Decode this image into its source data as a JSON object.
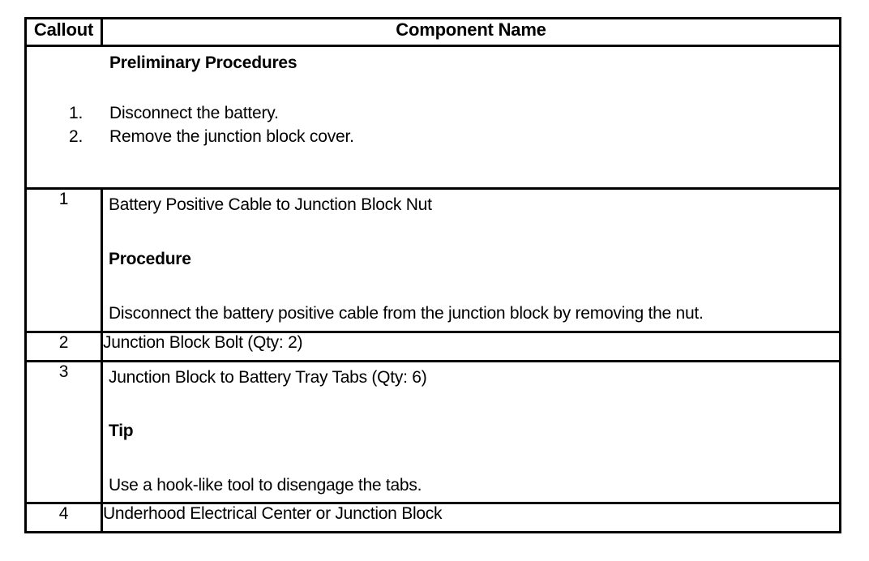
{
  "document": {
    "type": "service-procedure-callout-table",
    "background_color": "#ffffff",
    "text_color": "#000000",
    "border_color": "#000000"
  },
  "table": {
    "headers": {
      "callout": "Callout",
      "component_name": "Component Name"
    },
    "preliminary": {
      "title": "Preliminary Procedures",
      "steps": [
        {
          "number": "1.",
          "text": "Disconnect the battery."
        },
        {
          "number": "2.",
          "text": "Remove the junction block cover."
        }
      ]
    },
    "rows": [
      {
        "callout": "1",
        "component": "Battery Positive Cable to Junction Block Nut",
        "section_label": "Procedure",
        "section_text": "Disconnect the battery positive cable from the junction block by removing the nut."
      },
      {
        "callout": "2",
        "component": "Junction Block Bolt (Qty: 2)"
      },
      {
        "callout": "3",
        "component": "Junction Block to Battery Tray Tabs (Qty: 6)",
        "section_label": "Tip",
        "section_text": "Use a hook-like tool to disengage the tabs."
      },
      {
        "callout": "4",
        "component": "Underhood Electrical Center or Junction Block"
      }
    ]
  }
}
